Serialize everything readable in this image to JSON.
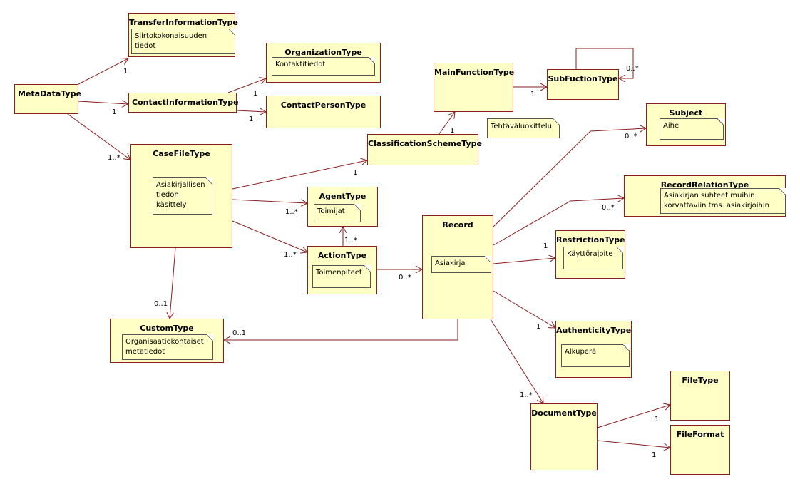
{
  "classes": {
    "transfer": {
      "title": "TransferInformationType",
      "note": "Siirtokokonaisuuden tiedot"
    },
    "organization": {
      "title": "OrganizationType",
      "note": "Kontaktitiedot"
    },
    "mainfunction": {
      "title": "MainFunctionType"
    },
    "subfunction": {
      "title": "SubFuctionType"
    },
    "metadata": {
      "title": "MetaDataType"
    },
    "contactinfo": {
      "title": "ContactInformationType"
    },
    "contactperson": {
      "title": "ContactPersonType"
    },
    "classification": {
      "title": "ClassificationSchemeType"
    },
    "subject": {
      "title": "Subject",
      "note": "Aihe"
    },
    "casefile": {
      "title": "CaseFileType",
      "note": "Asiakirjallisen\ntiedon\nkäsittely"
    },
    "agent": {
      "title": "AgentType",
      "note": "Toimijat"
    },
    "recordrelation": {
      "title": "RecordRelationType",
      "note": "Asiakirjan suhteet muihin\nkorvattaviin tms. asiakirjoihin"
    },
    "record": {
      "title": "Record",
      "note": "Asiakirja"
    },
    "restriction": {
      "title": "RestrictionType",
      "note": "Käyttörajoite"
    },
    "action": {
      "title": "ActionType",
      "note": "Toimenpiteet"
    },
    "custom": {
      "title": "CustomType",
      "note": "Organisaatiokohtaiset\nmetatiedot"
    },
    "authenticity": {
      "title": "AuthenticityType",
      "note": "Alkuperä"
    },
    "filetype": {
      "title": "FileType"
    },
    "document": {
      "title": "DocumentType"
    },
    "fileformat": {
      "title": "FileFormat"
    }
  },
  "free_note": "Tehtäväluokittelu",
  "multiplicities": {
    "m_transfer": "1",
    "m_contactinfo": "1",
    "m_casefile": "1..*",
    "m_organization": "1",
    "m_contactperson": "1",
    "m_mainfunction": "1",
    "m_classification": "1",
    "m_subfunction": "1",
    "m_subself": "0..*",
    "m_subject": "0..*",
    "m_recordrelation": "0..*",
    "m_agent_case": "1..*",
    "m_agent_action": "1..*",
    "m_action": "1..*",
    "m_record": "0..*",
    "m_restriction": "1",
    "m_authenticity": "1",
    "m_custom_case": "0..1",
    "m_custom_record": "0..1",
    "m_document": "1..*",
    "m_filetype": "1",
    "m_fileformat": "1"
  },
  "colors": {
    "class_fill": "#ffffc6",
    "line": "#8b1e1e"
  }
}
